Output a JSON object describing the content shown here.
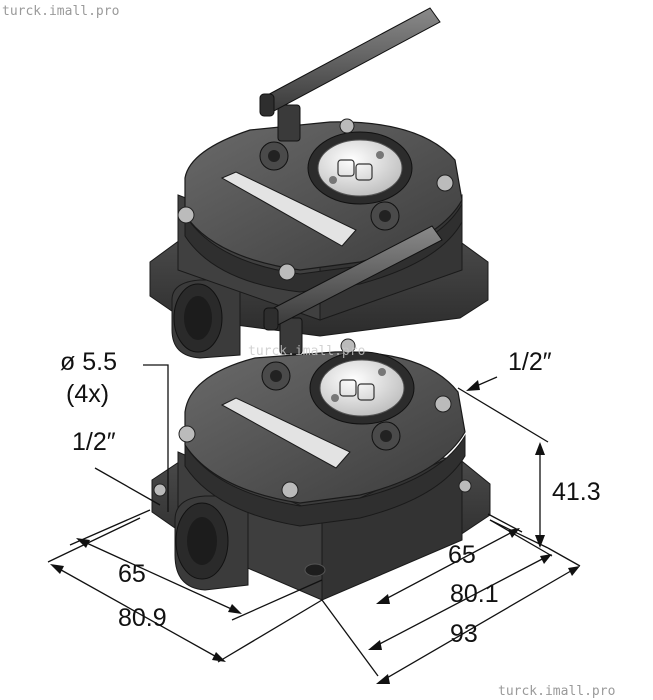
{
  "watermarks": {
    "top_left": "turck.imall.pro",
    "center": "turck.imall.pro",
    "bottom_right": "turck.imall.pro"
  },
  "dimensions": {
    "hole_diameter": "ø 5.5",
    "hole_count": "(4x)",
    "port_left": "1/2″",
    "port_right": "1/2″",
    "height": "41.3",
    "width_left_inner": "65",
    "width_left_outer": "80.9",
    "depth_inner": "65",
    "depth_mid": "80.1",
    "depth_outer": "93"
  },
  "colors": {
    "housing_dark": "#3a3a3a",
    "housing_mid": "#505050",
    "housing_light": "#6e6e6e",
    "label_plate": "#e6e6e6",
    "dimension_line": "#111111"
  },
  "icons": {
    "antenna": "antenna-icon",
    "led_window": "led-window-icon"
  }
}
